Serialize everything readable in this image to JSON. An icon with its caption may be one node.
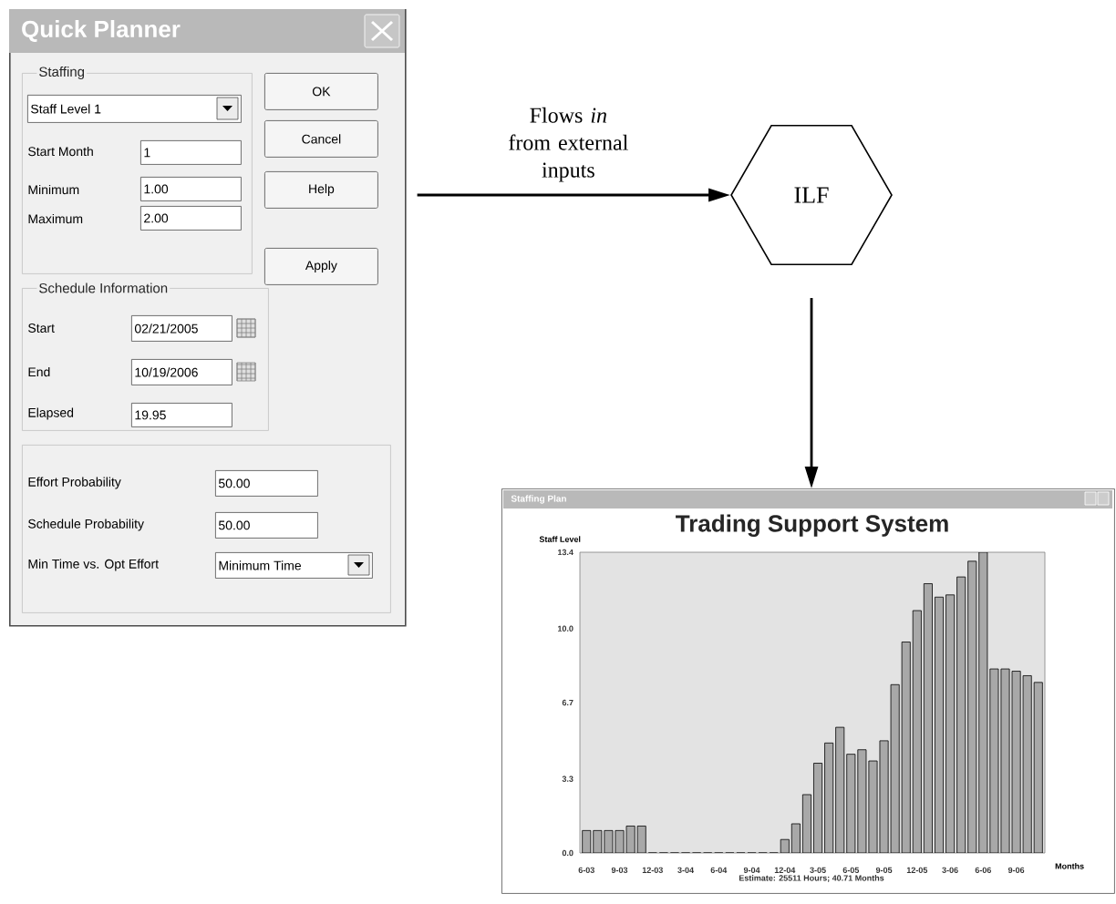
{
  "diagram": {
    "nodes": [
      {
        "text": [
          "Quick Planner"
        ]
      },
      {
        "text": [
          "ILF"
        ]
      },
      {
        "text": [
          "Staffing Plan"
        ]
      },
      {
        "text": [
          "Staffing"
        ],
        "in": 0
      },
      {
        "text": [
          "Staff Level 1"
        ],
        "in": 3
      },
      {
        "text": [
          "1"
        ],
        "in": 3
      },
      {
        "text": [
          "1.00"
        ],
        "in": 3
      },
      {
        "text": [
          "2.00"
        ],
        "in": 3
      },
      {
        "text": [
          "OK"
        ],
        "in": 0
      },
      {
        "text": [
          "Cancel"
        ],
        "in": 0
      },
      {
        "text": [
          "Help"
        ],
        "in": 0
      },
      {
        "text": [
          "Apply"
        ],
        "in": 0
      },
      {
        "text": [
          "Schedule Information"
        ],
        "in": 0
      },
      {
        "text": [
          "02/21/2005"
        ],
        "in": 12
      },
      {
        "text": [
          "10/19/2006"
        ],
        "in": 12
      },
      {
        "text": [
          "19.95"
        ],
        "in": 12
      },
      {
        "text": [],
        "shape": "box",
        "in": 0
      },
      {
        "text": [
          "50.00"
        ],
        "in": 16
      },
      {
        "text": [
          "50.00"
        ],
        "in": 16
      },
      {
        "text": [
          "Minimum Time"
        ],
        "in": 16
      }
    ],
    "edges": [
      {
        "from": 0,
        "to": 1,
        "arrow": "to",
        "label": "Flows *in* from external inputs"
      },
      {
        "from": 1,
        "to": 2,
        "arrow": "to"
      }
    ],
    "labels": [
      "Start Month",
      "Minimum",
      "Maximum",
      "Start",
      "End",
      "Elapsed",
      "Effort Probability",
      "Schedule Probability",
      "Min Time vs. Opt Effort"
    ],
    "chart_data": {
      "type": "bar",
      "title": "Trading Support System",
      "xlabel": "Months",
      "ylabel": "Staff Level",
      "categories": [
        "6-03",
        null,
        null,
        "9-03",
        null,
        null,
        "12-03",
        null,
        null,
        "3-04",
        null,
        null,
        "6-04",
        null,
        null,
        "9-04",
        null,
        null,
        "12-04",
        null,
        null,
        "3-05",
        null,
        null,
        "6-05",
        null,
        null,
        "9-05",
        null,
        null,
        "12-05",
        null,
        null,
        "3-06",
        null,
        null,
        "6-06",
        null,
        null,
        "9-06",
        null,
        null
      ],
      "series": [
        {
          "color": "#a8a8a8",
          "values": [
            1.0,
            1.0,
            1.0,
            1.0,
            1.2,
            1.2,
            0,
            0,
            0,
            0,
            0,
            0,
            0,
            0,
            0,
            0,
            0,
            0,
            0.6,
            1.3,
            2.6,
            4.0,
            4.9,
            5.6,
            4.4,
            4.6,
            4.1,
            5.0,
            7.5,
            9.4,
            10.8,
            12.0,
            11.4,
            11.5,
            12.3,
            13.0,
            13.4,
            8.2,
            8.2,
            8.1,
            7.9,
            7.6
          ]
        }
      ],
      "ylim": [
        0,
        13.4
      ],
      "yticks": [
        {
          "value": 0,
          "label": "0.0"
        },
        {
          "value": 3.3,
          "label": "3.3"
        },
        {
          "value": 6.7,
          "label": "6.7"
        },
        {
          "value": 10.0,
          "label": "10.0"
        },
        {
          "value": 13.4,
          "label": "13.4"
        }
      ],
      "annotations": [
        {
          "text": "Estimate: 25511 Hours; 40.71 Months"
        }
      ]
    }
  }
}
